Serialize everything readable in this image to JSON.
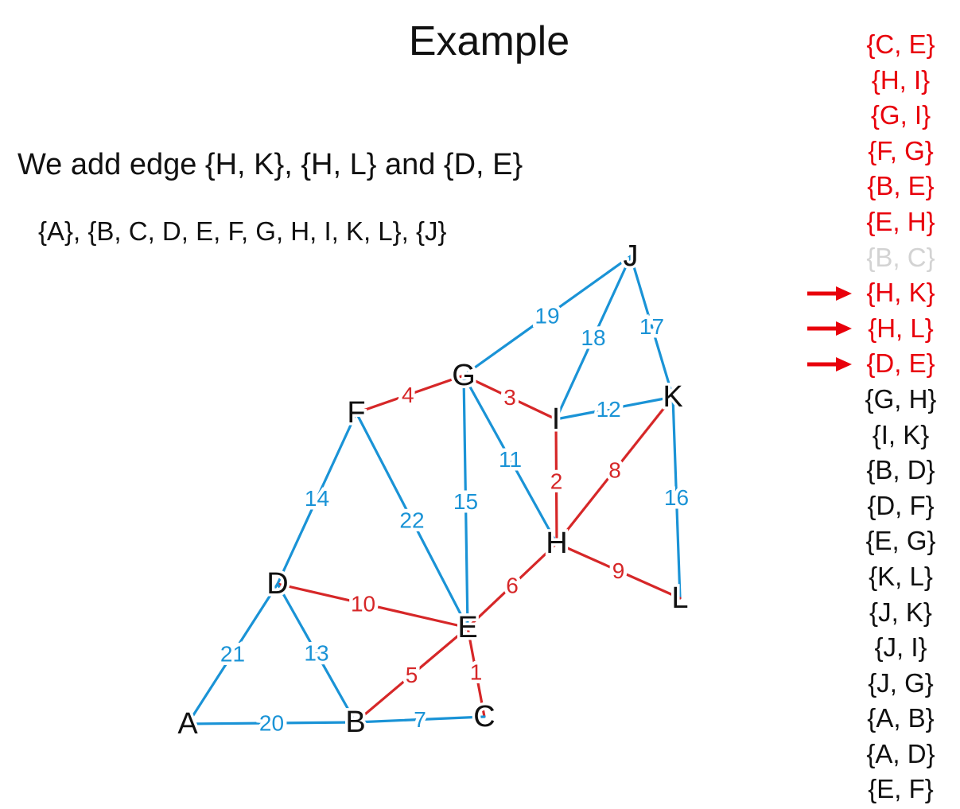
{
  "title": "Example",
  "subtitle": "We add edge {H, K}, {H, L} and {D, E}",
  "components": "{A}, {B, C, D, E, F, G, H, I, K, L}, {J}",
  "colors": {
    "chosen": "#d62728",
    "unchosen": "#1a93d6",
    "skipped": "#d3d3d3",
    "arrow": "#e8000b",
    "node": "#111111"
  },
  "graph": {
    "nodes": [
      "A",
      "B",
      "C",
      "D",
      "E",
      "F",
      "G",
      "H",
      "I",
      "J",
      "K",
      "L"
    ],
    "edges": [
      {
        "u": "J",
        "v": "G",
        "w": "19",
        "status": "unchosen"
      },
      {
        "u": "J",
        "v": "I",
        "w": "18",
        "status": "unchosen"
      },
      {
        "u": "J",
        "v": "K",
        "w": "17",
        "status": "unchosen"
      },
      {
        "u": "F",
        "v": "G",
        "w": "4",
        "status": "chosen"
      },
      {
        "u": "G",
        "v": "I",
        "w": "3",
        "status": "chosen"
      },
      {
        "u": "I",
        "v": "K",
        "w": "12",
        "status": "unchosen"
      },
      {
        "u": "F",
        "v": "D",
        "w": "14",
        "status": "unchosen"
      },
      {
        "u": "F",
        "v": "E",
        "w": "22",
        "status": "unchosen"
      },
      {
        "u": "G",
        "v": "E",
        "w": "15",
        "status": "unchosen"
      },
      {
        "u": "G",
        "v": "H",
        "w": "11",
        "status": "unchosen"
      },
      {
        "u": "I",
        "v": "H",
        "w": "2",
        "status": "chosen"
      },
      {
        "u": "K",
        "v": "H",
        "w": "8",
        "status": "chosen"
      },
      {
        "u": "K",
        "v": "L",
        "w": "16",
        "status": "unchosen"
      },
      {
        "u": "H",
        "v": "L",
        "w": "9",
        "status": "chosen"
      },
      {
        "u": "H",
        "v": "E",
        "w": "6",
        "status": "chosen"
      },
      {
        "u": "D",
        "v": "E",
        "w": "10",
        "status": "chosen"
      },
      {
        "u": "D",
        "v": "A",
        "w": "21",
        "status": "unchosen"
      },
      {
        "u": "D",
        "v": "B",
        "w": "13",
        "status": "unchosen"
      },
      {
        "u": "E",
        "v": "B",
        "w": "5",
        "status": "chosen"
      },
      {
        "u": "E",
        "v": "C",
        "w": "1",
        "status": "chosen"
      },
      {
        "u": "A",
        "v": "B",
        "w": "20",
        "status": "unchosen"
      },
      {
        "u": "B",
        "v": "C",
        "w": "7",
        "status": "unchosen"
      }
    ]
  },
  "sorted_edges": [
    {
      "label": "{C, E}",
      "status": "chosen"
    },
    {
      "label": "{H, I}",
      "status": "chosen"
    },
    {
      "label": "{G, I}",
      "status": "chosen"
    },
    {
      "label": "{F, G}",
      "status": "chosen"
    },
    {
      "label": "{B, E}",
      "status": "chosen"
    },
    {
      "label": "{E, H}",
      "status": "chosen"
    },
    {
      "label": "{B, C}",
      "status": "skipped"
    },
    {
      "label": "{H, K}",
      "status": "chosen",
      "arrow": true
    },
    {
      "label": "{H, L}",
      "status": "chosen",
      "arrow": true
    },
    {
      "label": "{D, E}",
      "status": "chosen",
      "arrow": true
    },
    {
      "label": "{G, H}",
      "status": "pending"
    },
    {
      "label": "{I, K}",
      "status": "pending"
    },
    {
      "label": "{B, D}",
      "status": "pending"
    },
    {
      "label": "{D, F}",
      "status": "pending"
    },
    {
      "label": "{E, G}",
      "status": "pending"
    },
    {
      "label": "{K, L}",
      "status": "pending"
    },
    {
      "label": "{J, K}",
      "status": "pending"
    },
    {
      "label": "{J, I}",
      "status": "pending"
    },
    {
      "label": "{J, G}",
      "status": "pending"
    },
    {
      "label": "{A, B}",
      "status": "pending"
    },
    {
      "label": "{A, D}",
      "status": "pending"
    },
    {
      "label": "{E, F}",
      "status": "pending"
    }
  ]
}
